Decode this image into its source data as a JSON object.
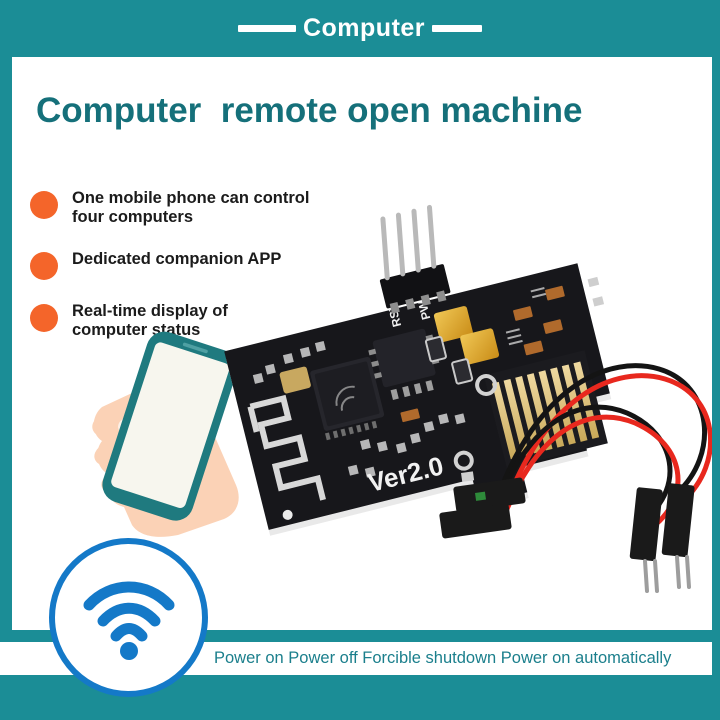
{
  "header": {
    "title": "Computer",
    "left_rule": "rule-left",
    "right_rule": "rule-right",
    "background_color": "#1b8d96"
  },
  "main": {
    "title": "Computer  remote open machine",
    "title_color": "#15707a",
    "bullets": [
      {
        "text": "One mobile phone can control\nfour computers",
        "dot_color": "#f4652a"
      },
      {
        "text": "Dedicated companion APP",
        "dot_color": "#f4652a"
      },
      {
        "text": "Real-time display of\ncomputer status",
        "dot_color": "#f4652a"
      }
    ]
  },
  "illustration": {
    "phone": {
      "name": "smartphone-in-hand",
      "body_color": "#1f7a7f",
      "screen_color": "#f7f6ee",
      "hand_color": "#fbd2b6"
    },
    "board": {
      "name": "wifi-relay-pcb",
      "silkscreen_version": "Ver2.0",
      "pin_labels": [
        "RST",
        "PW"
      ],
      "pcb_color": "#16161a",
      "antenna_color": "#d8d8d8",
      "capacitor_color": "#e0a521",
      "connector_color": "#cfcfcf"
    },
    "cables": {
      "name": "dupont-jumper-wires",
      "wire_colors": [
        "#e8281e",
        "#141414"
      ],
      "connector_color": "#1a1a1a"
    }
  },
  "wifi_badge": {
    "icon": "wifi-icon",
    "icon_color": "#1479c8",
    "ring_color": "#1479c8",
    "fill_color": "#ffffff"
  },
  "footer": {
    "text": "Power on Power off Forcible shutdown Power on automatically",
    "text_color": "#1b7f8c",
    "strip_color": "#ffffff"
  }
}
